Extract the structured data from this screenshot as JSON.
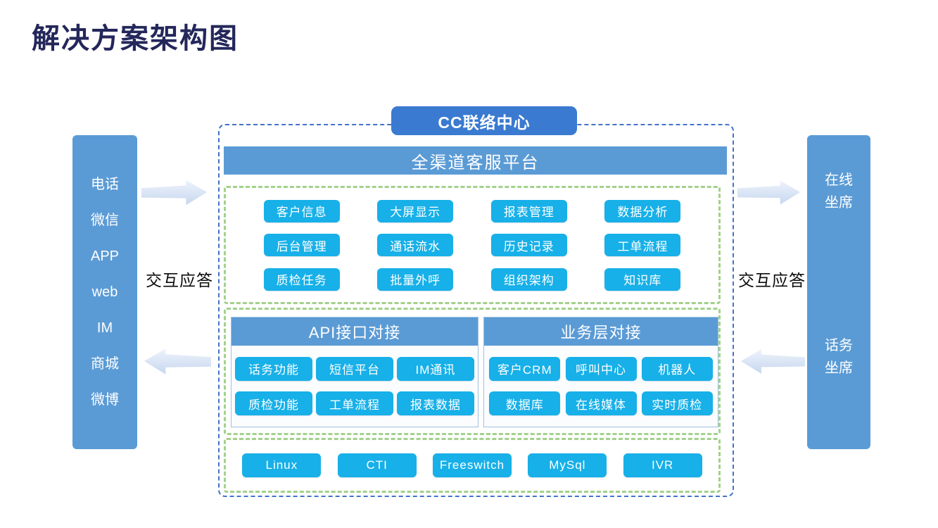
{
  "title": "解决方案架构图",
  "colors": {
    "pillar_blue": "#5b9bd5",
    "badge_blue": "#3a7ad0",
    "chip_cyan": "#17b0e8",
    "green_dash": "#a3d18b",
    "blue_dash": "#4273c8",
    "title_navy": "#23275a",
    "arrow_light": "#c7d7ef"
  },
  "channels": {
    "items": [
      "电话",
      "微信",
      "APP",
      "web",
      "IM",
      "商城",
      "微博"
    ]
  },
  "flows": {
    "left_label": "交互应答",
    "right_label": "交互应答"
  },
  "center": {
    "badge": "CC联络中心",
    "platform": "全渠道客服平台",
    "features": [
      [
        "客户信息",
        "大屏显示",
        "报表管理",
        "数据分析"
      ],
      [
        "后台管理",
        "通话流水",
        "历史记录",
        "工单流程"
      ],
      [
        "质检任务",
        "批量外呼",
        "组织架构",
        "知识库"
      ]
    ],
    "api_panel": {
      "title": "API接口对接",
      "rows": [
        [
          "话务功能",
          "短信平台",
          "IM通讯"
        ],
        [
          "质检功能",
          "工单流程",
          "报表数据"
        ]
      ]
    },
    "biz_panel": {
      "title": "业务层对接",
      "rows": [
        [
          "客户CRM",
          "呼叫中心",
          "机器人"
        ],
        [
          "数据库",
          "在线媒体",
          "实时质检"
        ]
      ]
    },
    "infra": [
      "Linux",
      "CTI",
      "Freeswitch",
      "MySql",
      "IVR"
    ]
  },
  "agents": [
    "在线坐席",
    "话务坐席"
  ]
}
